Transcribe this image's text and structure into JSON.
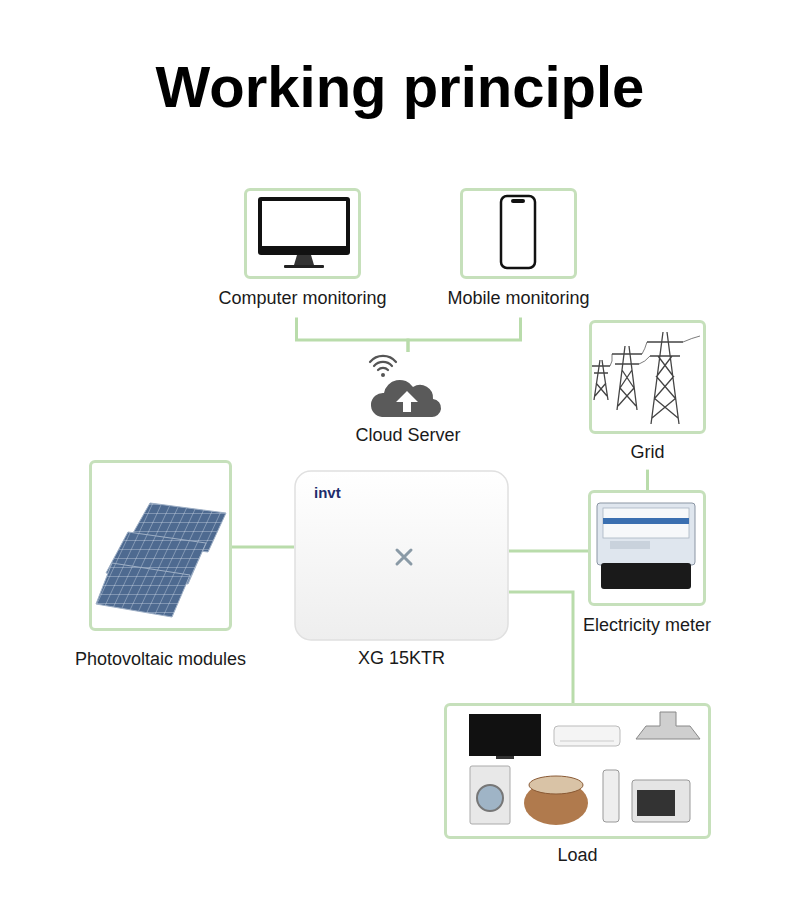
{
  "diagram": {
    "title": "Working principle",
    "nodes": [
      {
        "text": [
          "Computer monitoring"
        ]
      },
      {
        "text": [
          "Mobile monitoring"
        ]
      },
      {
        "text": [
          "Cloud Server"
        ]
      },
      {
        "text": [
          "Grid"
        ]
      },
      {
        "text": [
          "Photovoltaic modules"
        ]
      },
      {
        "text": [
          "invt",
          "XG 15KTR"
        ]
      },
      {
        "text": [
          "Electricity meter"
        ]
      },
      {
        "text": [
          "Load"
        ]
      }
    ],
    "edges": [
      {
        "from": 0,
        "to": 2,
        "arrow": "none"
      },
      {
        "from": 1,
        "to": 2,
        "arrow": "none"
      },
      {
        "from": 4,
        "to": 5,
        "arrow": "none"
      },
      {
        "from": 5,
        "to": 6,
        "arrow": "none"
      },
      {
        "from": 3,
        "to": 6,
        "arrow": "none"
      },
      {
        "from": 5,
        "to": 7,
        "arrow": "none"
      }
    ]
  }
}
